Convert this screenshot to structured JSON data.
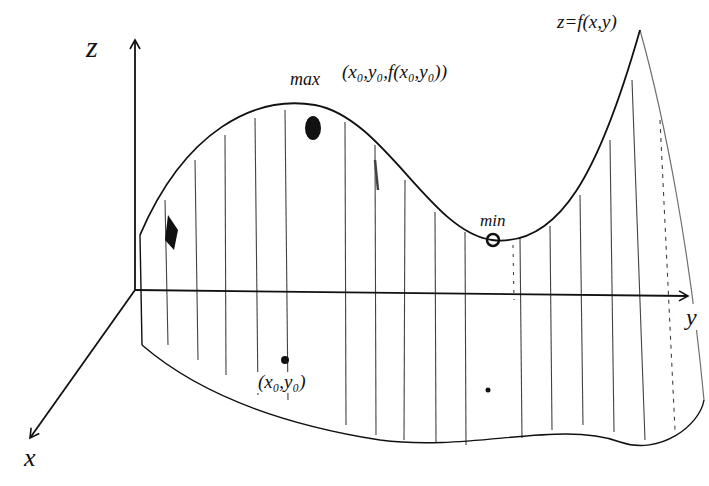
{
  "diagram": {
    "labels": [
      "z",
      "max",
      "(x₀,y₀,f(x₀,y₀))",
      "min",
      "z=f(x,y)",
      "y",
      "(x₀,y₀)",
      "x"
    ]
  }
}
